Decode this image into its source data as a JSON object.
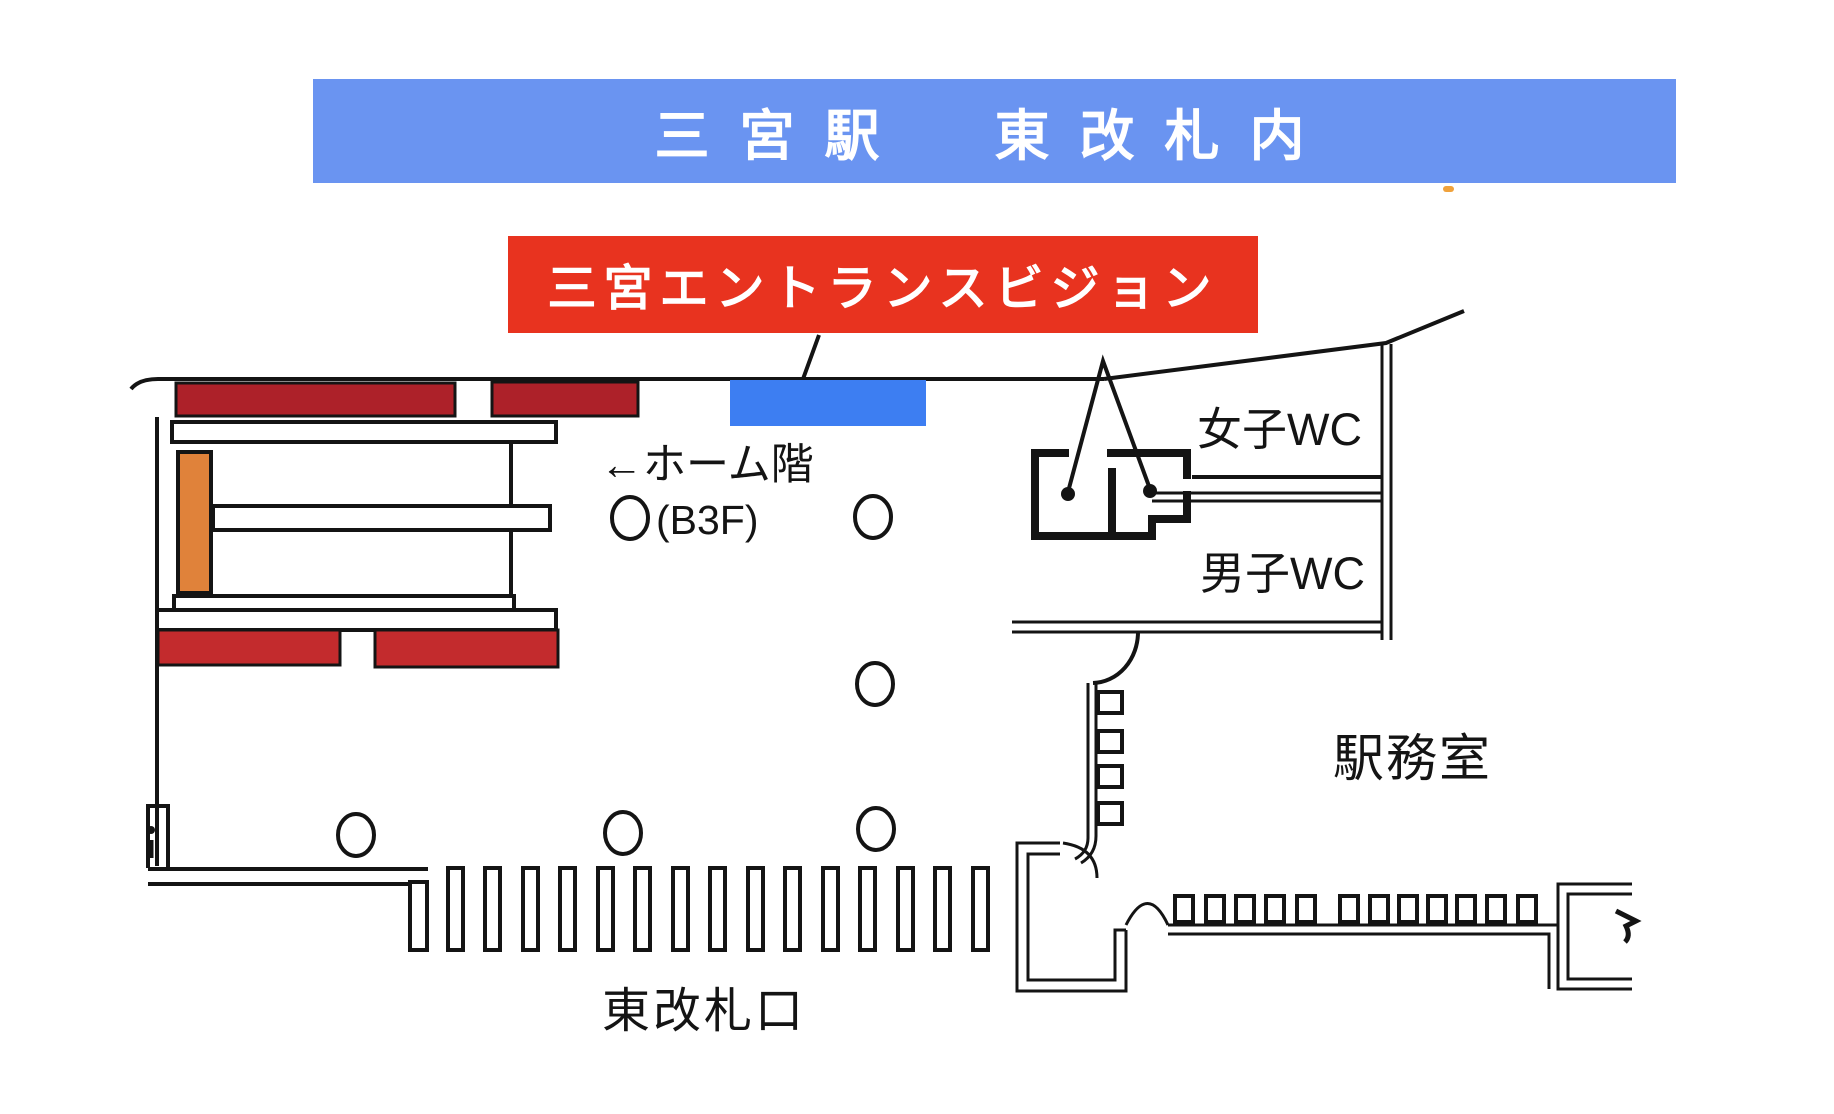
{
  "title_banner": {
    "text": "三宮駅　東改札内",
    "bg": "#6a94f1",
    "fg": "#ffffff"
  },
  "vision_banner": {
    "text": "三宮エントランスビジョン",
    "bg": "#e8331f",
    "fg": "#ffffff"
  },
  "labels": {
    "platform": "←ホーム階",
    "platform_floor": "(B3F)",
    "wc_female": "女子WC",
    "wc_male": "男子WC",
    "station_office": "駅務室",
    "east_gate": "東改札口"
  },
  "colors": {
    "wall": "#141414",
    "escalator_dark_red": "#ad2129",
    "escalator_red": "#c32b2d",
    "stair_orange": "#e0823a",
    "screen_blue": "#3d7ef2",
    "speck_orange": "#f0a23c"
  }
}
